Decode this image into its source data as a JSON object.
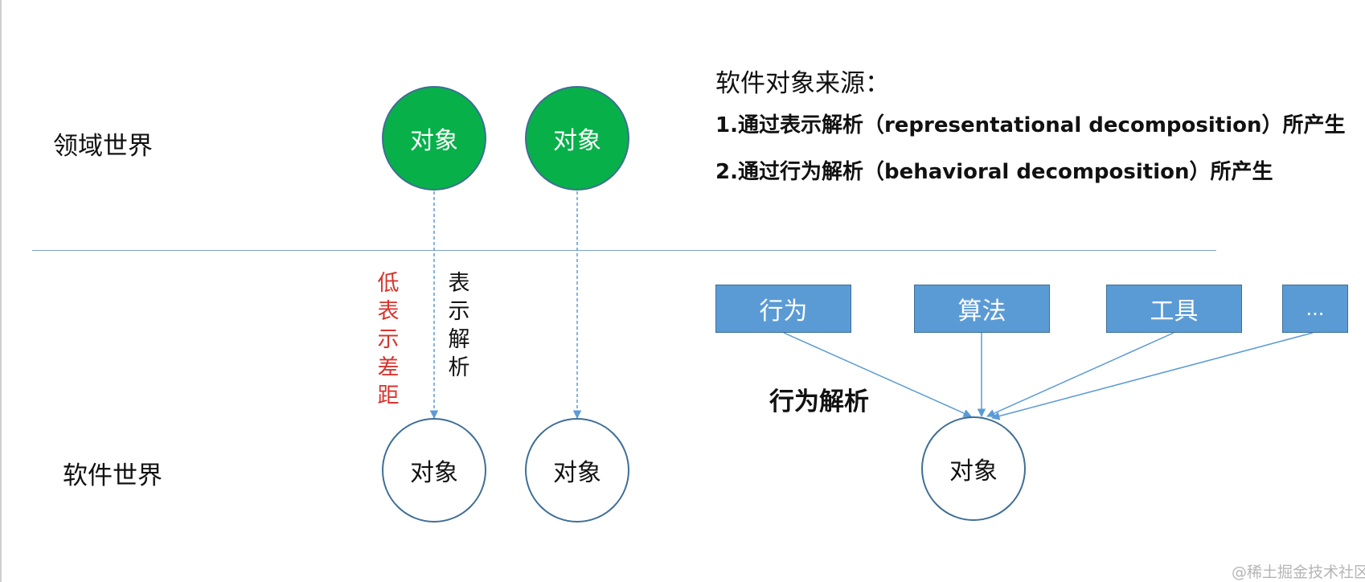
{
  "labels": {
    "domain_world": "领域世界",
    "software_world": "软件世界",
    "representation_gap": [
      "低",
      "表",
      "示",
      "差",
      "距"
    ],
    "representational_decomposition": [
      "表",
      "示",
      "解",
      "析"
    ],
    "behavioral_decomposition": "行为解析"
  },
  "domain_objects": [
    "对象",
    "对象"
  ],
  "software_objects": [
    "对象",
    "对象",
    "对象"
  ],
  "sources": {
    "title": "软件对象来源：",
    "items": [
      "1.通过表示解析（representational decomposition）所产生",
      "2.通过行为解析（behavioral decomposition）所产生"
    ]
  },
  "behavior_boxes": [
    "行为",
    "算法",
    "工具",
    "..."
  ],
  "watermark": "@稀土掘金技术社区",
  "colors": {
    "domain_object_fill": "#08b04a",
    "box_fill": "#5b9bd5",
    "outline": "#3e6e96",
    "connector": "#5b9bd5",
    "gap_text": "#d7342e"
  }
}
